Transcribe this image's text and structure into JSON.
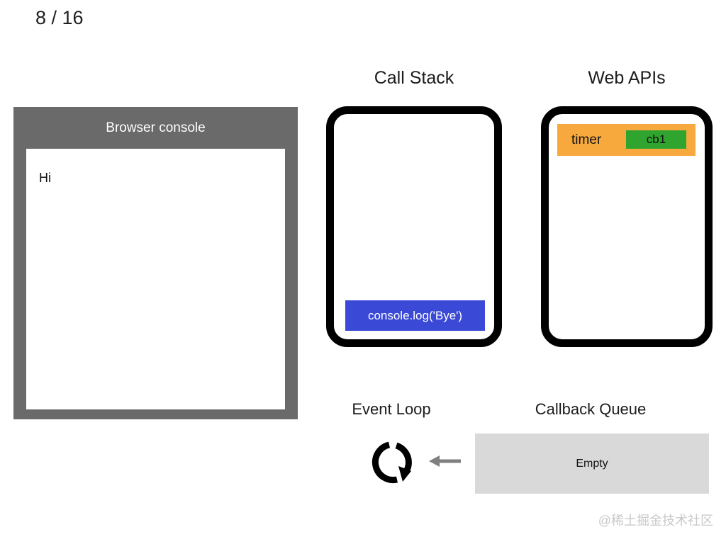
{
  "page": {
    "counter": "8 / 16",
    "watermark": "@稀土掘金技术社区"
  },
  "browser_console": {
    "title": "Browser console",
    "lines": [
      "Hi"
    ]
  },
  "call_stack": {
    "title": "Call Stack",
    "frames": [
      "console.log('Bye')"
    ]
  },
  "web_apis": {
    "title": "Web APIs",
    "tasks": [
      {
        "api": "timer",
        "callback": "cb1"
      }
    ]
  },
  "event_loop": {
    "title": "Event Loop",
    "icon": "clockwise-loop-arrow"
  },
  "callback_queue": {
    "title": "Callback Queue",
    "status": "Empty",
    "incoming_icon": "left-arrow"
  },
  "colors": {
    "console_frame": "#6a6a6a",
    "stack_frame_bg": "#3a49d6",
    "api_task_bg": "#f8a93e",
    "api_callback_bg": "#2fa52f",
    "queue_bg": "#d9d9d9",
    "arrow": "#7f7f7f",
    "frame_border": "#000000"
  }
}
